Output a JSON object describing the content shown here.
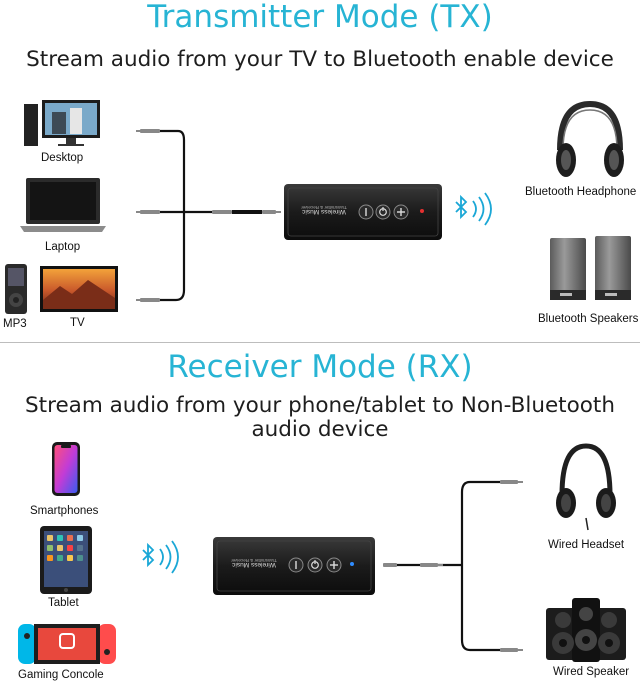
{
  "tx": {
    "title": "Transmitter Mode (TX)",
    "subtitle": "Stream audio from your TV to Bluetooth enable device",
    "sources": [
      "Desktop",
      "Laptop",
      "MP3",
      "TV"
    ],
    "outputs": [
      "Bluetooth Headphone",
      "Bluetooth Speakers"
    ]
  },
  "rx": {
    "title": "Receiver Mode (RX)",
    "subtitle_line1": "Stream audio from your phone/tablet to Non-Bluetooth",
    "subtitle_line2": "audio device",
    "sources": [
      "Smartphones",
      "Tablet",
      "Gaming Concole"
    ],
    "outputs": [
      "Wired Headset",
      "Wired Speaker"
    ]
  },
  "device": {
    "label_main": "Wireless Music",
    "label_sub": "Transmitter & Receiver"
  },
  "colors": {
    "title": "#27b4d4",
    "bluetooth": "#1aa7d6",
    "device": "#1c1c1c",
    "cable": "#111111"
  },
  "icons": [
    "bluetooth-icon",
    "power-icon",
    "plus-icon",
    "minus-icon"
  ]
}
